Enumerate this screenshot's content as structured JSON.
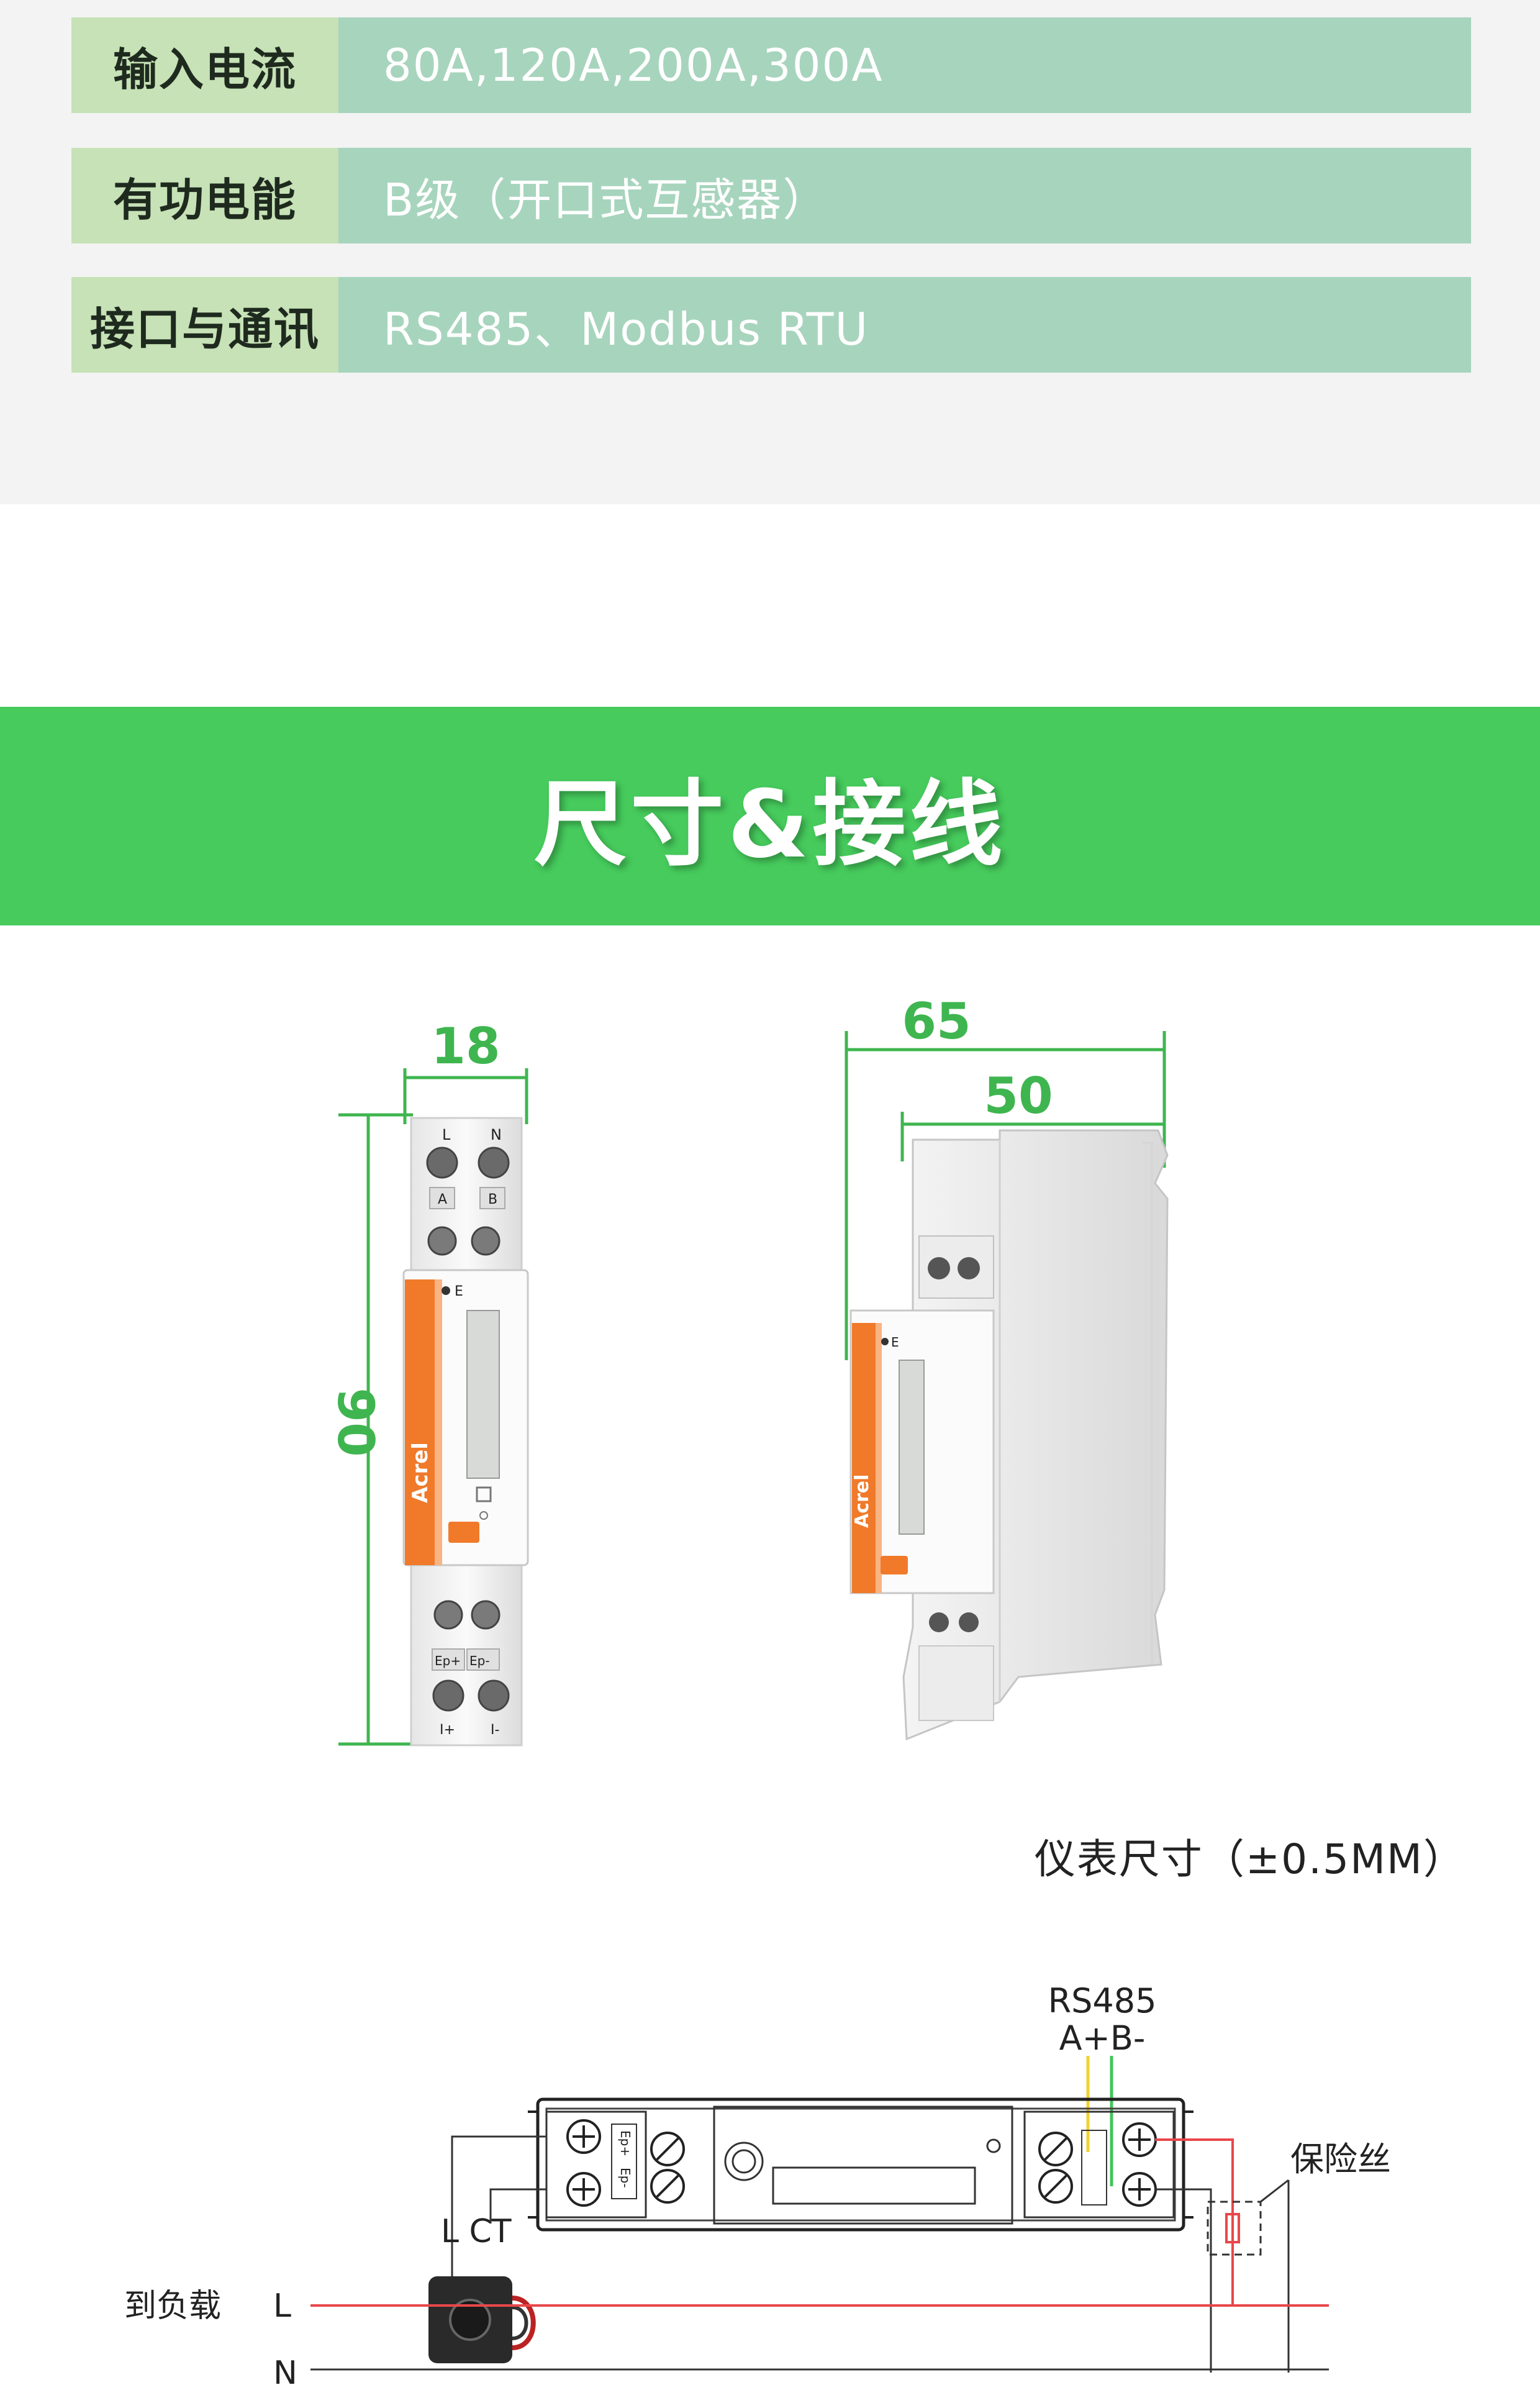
{
  "specs": [
    {
      "label": "输入电流",
      "value": "80A,120A,200A,300A"
    },
    {
      "label": "有功电能",
      "value": "B级（开口式互感器）"
    },
    {
      "label": "接口与通讯",
      "value": "RS485、Modbus RTU"
    }
  ],
  "section_title": "尺寸&接线",
  "dimensions": {
    "front_width": "18",
    "height": "90",
    "overall_depth": "65",
    "inner_depth": "50",
    "caption": "仪表尺寸（±0.5MM）"
  },
  "device": {
    "brand": "Acrel",
    "front_terminals_top": [
      "L",
      "N"
    ],
    "front_terminals_mid": [
      "A",
      "B"
    ],
    "front_terminals_bottom": [
      "Ep+",
      "Ep-"
    ],
    "front_terminals_base": [
      "I+",
      "I-"
    ],
    "display_marker": "E"
  },
  "wiring": {
    "rs485_label": "RS485",
    "ab_label": "A+B-",
    "fuse_label": "保险丝",
    "ct_label": "L CT",
    "load_label": "到负载",
    "line_L": "L",
    "line_N": "N",
    "colors": {
      "line_L": "#e8474a",
      "rs485_A": "#f0d232",
      "rs485_B": "#43c45a"
    }
  },
  "colors": {
    "accent_green": "#46cb5c",
    "label_bg": "#c6e2b6",
    "value_bg": "#a7d4bd",
    "brand_orange": "#f07a2a"
  }
}
